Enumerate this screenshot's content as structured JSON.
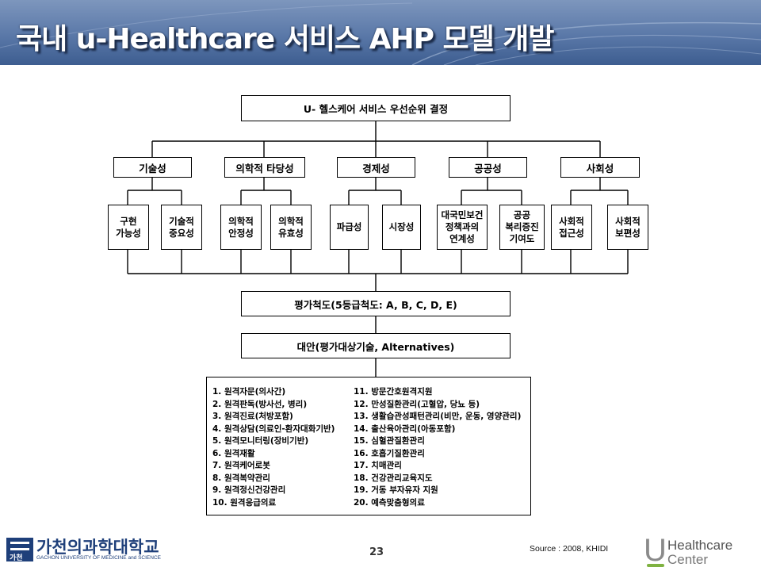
{
  "slide": {
    "title": "국내 u-Healthcare 서비스 AHP 모델 개발",
    "page_number": "23",
    "source": "Source : 2008, KHIDI"
  },
  "diagram": {
    "goal": "U- 헬스케어 서비스 우선순위 결정",
    "criteria": [
      {
        "label": "기술성",
        "sub": [
          [
            "구현",
            "가능성"
          ],
          [
            "기술적",
            "중요성"
          ]
        ]
      },
      {
        "label": "의학적 타당성",
        "sub": [
          [
            "의학적",
            "안정성"
          ],
          [
            "의학적",
            "유효성"
          ]
        ]
      },
      {
        "label": "경제성",
        "sub": [
          [
            "파급성"
          ],
          [
            "시장성"
          ]
        ]
      },
      {
        "label": "공공성",
        "sub": [
          [
            "대국민보건",
            "정책과의",
            "연계성"
          ],
          [
            "공공",
            "복리증진",
            "기여도"
          ]
        ]
      },
      {
        "label": "사회성",
        "sub": [
          [
            "사회적",
            "접근성"
          ],
          [
            "사회적",
            "보편성"
          ]
        ]
      }
    ],
    "scale": "평가척도(5등급척도: A, B, C, D, E)",
    "alternatives_title": "대안(평가대상기술, Alternatives)",
    "alternatives_left": [
      "1. 원격자문(의사간)",
      "2. 원격판독(방사선, 병리)",
      "3. 원격진료(처방포함)",
      "4. 원격상담(의료인-환자대화기반)",
      "5. 원격모니터링(장비기반)",
      "6. 원격재활",
      "7. 원격케어로봇",
      "8. 원격복약관리",
      "9. 원격정신건강관리",
      "10. 원격응급의료"
    ],
    "alternatives_right": [
      "11. 방문간호원격지원",
      "12. 만성질환관리(고혈압, 당뇨 등)",
      "13. 생활습관성패턴관리(비만, 운동, 영양관리)",
      "14. 출산육아관리(아동포함)",
      "15. 심혈관질환관리",
      "16. 호흡기질환관리",
      "17. 치매관리",
      "18. 건강관리교육지도",
      "19. 거동 부자유자 지원",
      "20. 예측맞춤형의료"
    ]
  },
  "logos": {
    "university_name": "가천의과학대학교",
    "university_sub": "GACHON UNIVERSITY OF MEDICINE and SCIENCE",
    "university_mark": "가천",
    "center_mark": "U",
    "center_line1": "Healthcare",
    "center_line2": "Center"
  },
  "colors": {
    "banner_top": "#7d96bd",
    "banner_bottom": "#3d5d90",
    "university_blue": "#1e3f7a",
    "center_green": "#7fb241"
  }
}
